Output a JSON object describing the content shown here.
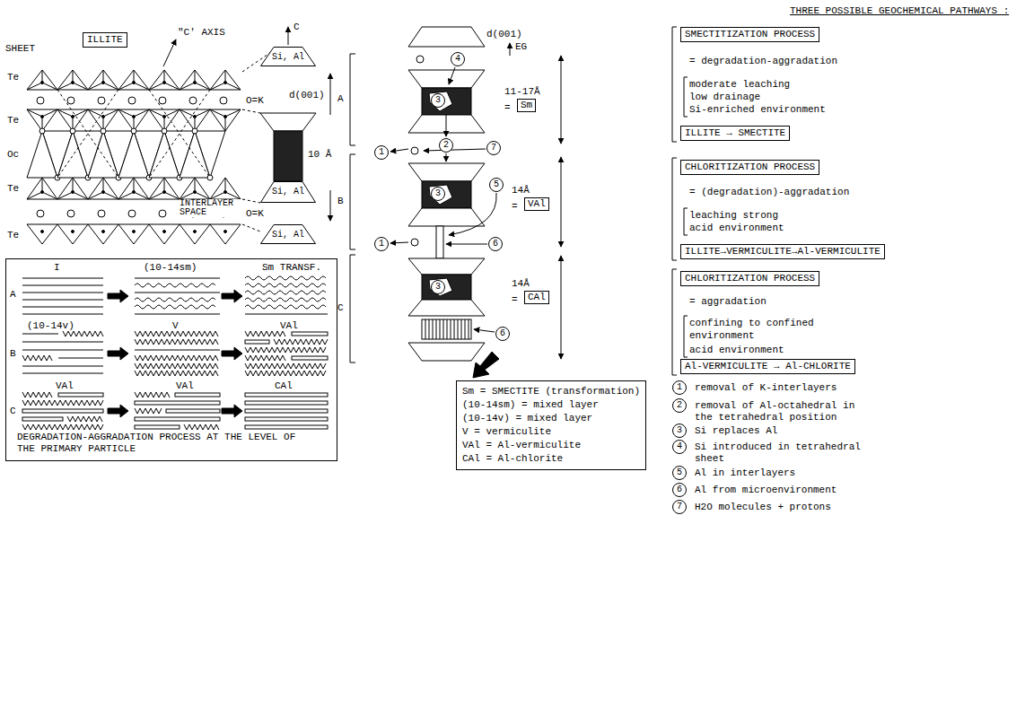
{
  "diagram": {
    "title": "THREE POSSIBLE GEOCHEMICAL PATHWAYS :",
    "nodes": [
      {
        "text": [
          "ILLITE"
        ]
      },
      {
        "text": [
          "Si, Al"
        ]
      },
      {
        "text": [
          "Si, Al"
        ]
      },
      {
        "text": [
          "Si, Al"
        ]
      },
      {
        "text": [
          "DEGRADATION-AGGRADATION PROCESS AT THE LEVEL OF THE PRIMARY PARTICLE"
        ]
      },
      {
        "text": [
          "4"
        ]
      },
      {
        "text": [
          "3"
        ]
      },
      {
        "text": [
          "2"
        ]
      },
      {
        "text": [
          "1"
        ]
      },
      {
        "text": [
          "7"
        ]
      },
      {
        "text": [
          "3"
        ]
      },
      {
        "text": [
          "5"
        ]
      },
      {
        "text": [
          "1"
        ]
      },
      {
        "text": [
          "6"
        ]
      },
      {
        "text": [
          "3"
        ]
      },
      {
        "text": [
          "6"
        ]
      },
      {
        "text": [
          "Sm"
        ]
      },
      {
        "text": [
          "VAl"
        ]
      },
      {
        "text": [
          "CAl"
        ]
      },
      {
        "text": [
          "SMECTITIZATION PROCESS"
        ]
      },
      {
        "text": [
          "ILLITE → SMECTITE"
        ]
      },
      {
        "text": [
          "CHLORITIZATION PROCESS"
        ]
      },
      {
        "text": [
          "ILLITE→VERMICULITE→Al-VERMICULITE"
        ]
      },
      {
        "text": [
          "CHLORITIZATION PROCESS"
        ]
      },
      {
        "text": [
          "Al-VERMICULITE → Al-CHLORITE"
        ]
      },
      {
        "text": [
          "Sm = SMECTITE (transformation)",
          "(10-14sm) = mixed layer",
          "(10-14v) = mixed layer",
          "V = vermiculite",
          "VAl = Al-vermiculite",
          "CAl = Al-chlorite"
        ]
      },
      {
        "text": [
          "1"
        ]
      },
      {
        "text": [
          "2"
        ]
      },
      {
        "text": [
          "3"
        ]
      },
      {
        "text": [
          "4"
        ]
      },
      {
        "text": [
          "5"
        ]
      },
      {
        "text": [
          "6"
        ]
      },
      {
        "text": [
          "7"
        ]
      }
    ],
    "labels": [
      "SHEET",
      "Te",
      "Te",
      "Oc",
      "Te",
      "Te",
      "\"C' AXIS",
      "C",
      "O=K",
      "d(001)",
      "10 Å",
      "INTERLAYER SPACE",
      "O=K",
      "I",
      "(10-14sm)",
      "Sm TRANSF.",
      "A",
      "(10-14v)",
      "V",
      "VAl",
      "B",
      "VAl",
      "VAl",
      "CAl",
      "C",
      "d(001)",
      "EG",
      "11-17Å",
      "=",
      "14Å",
      "=",
      "14Å",
      "=",
      "A",
      "B",
      "C",
      "= degradation-aggradation",
      "moderate leaching",
      "low drainage",
      "Si-enriched environment",
      "= (degradation)-aggradation",
      "leaching strong",
      "acid environment",
      "= aggradation",
      "confining to confined",
      "environment",
      "acid environment",
      "removal of K-interlayers",
      "removal of Al-octahedral in the tetrahedral position",
      "Si replaces Al",
      "Si introduced in tetrahedral sheet",
      "Al in interlayers",
      "Al from microenvironment",
      "H2O molecules + protons"
    ]
  }
}
